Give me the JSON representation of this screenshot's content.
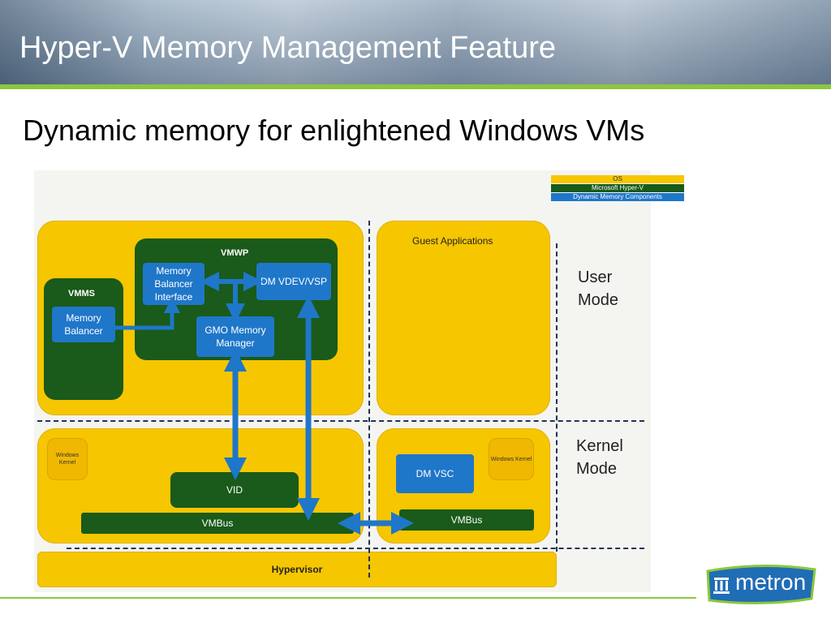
{
  "slide": {
    "title": "Hyper-V Memory Management Feature",
    "subtitle": "Dynamic memory for enlightened Windows VMs"
  },
  "legend": [
    {
      "label": "OS",
      "color": "#f6c600",
      "text_color": "#333333"
    },
    {
      "label": "Microsoft Hyper-V",
      "color": "#1a5a1a",
      "text_color": "#ffffff"
    },
    {
      "label": "Dynamic Memory Components",
      "color": "#1f77c9",
      "text_color": "#ffffff"
    }
  ],
  "diagram": {
    "vmms_label": "VMMS",
    "memory_balancer": "Memory Balancer",
    "vmwp_label": "VMWP",
    "memory_balancer_interface": "Memory Balancer Interface",
    "dm_vdev_vsp": "DM VDEV/VSP",
    "gmo_memory_manager": "GMO Memory Manager",
    "guest_applications": "Guest Applications",
    "windows_kernel_left": "Windows Kernel",
    "windows_kernel_right": "Windows Kernel",
    "vid": "VID",
    "vmbus_root": "VMBus",
    "dm_vsc": "DM VSC",
    "vmbus_guest": "VMBus",
    "hypervisor": "Hypervisor",
    "user_mode": "User Mode",
    "kernel_mode": "Kernel Mode"
  },
  "logo": {
    "text": "metron"
  },
  "colors": {
    "accent_green": "#8dc63f",
    "os_yellow": "#f6c600",
    "hyperv_green": "#1a5a1a",
    "dm_blue": "#1f77c9",
    "arrow_blue": "#1f77c9"
  }
}
